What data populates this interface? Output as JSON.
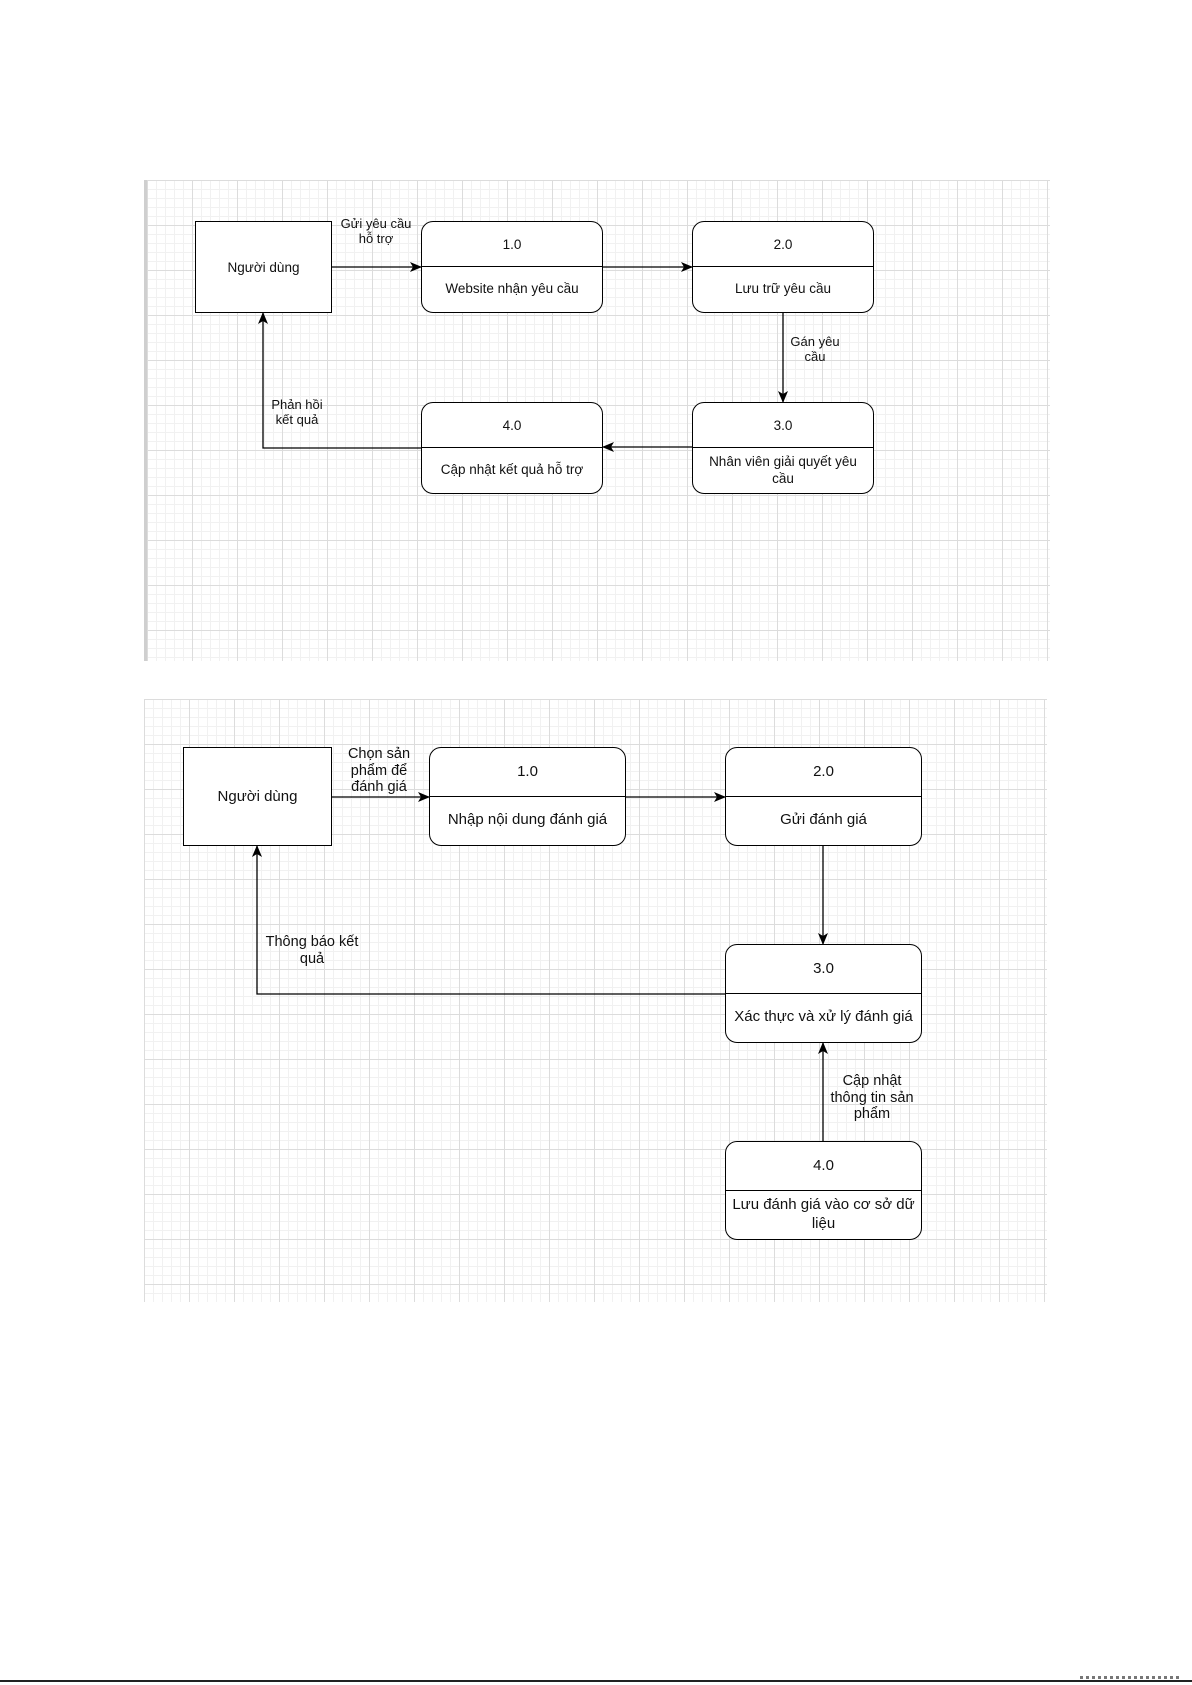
{
  "diagram1": {
    "entity": "Người dùng",
    "processes": [
      {
        "num": "1.0",
        "name": "Website nhận yêu cầu"
      },
      {
        "num": "2.0",
        "name": "Lưu trữ yêu cầu"
      },
      {
        "num": "3.0",
        "name": "Nhân viên giải quyết yêu cầu"
      },
      {
        "num": "4.0",
        "name": "Cập nhật kết quả hỗ trợ"
      }
    ],
    "flows": {
      "send_request": "Gửi yêu cầu hỗ trợ",
      "assign_request": "Gán yêu cầu",
      "reply_result": "Phản hồi kết quả"
    }
  },
  "diagram2": {
    "entity": "Người dùng",
    "processes": [
      {
        "num": "1.0",
        "name": "Nhập nội dung đánh giá"
      },
      {
        "num": "2.0",
        "name": "Gửi đánh giá"
      },
      {
        "num": "3.0",
        "name": "Xác thực và xử lý đánh giá"
      },
      {
        "num": "4.0",
        "name": "Lưu đánh giá vào cơ sở dữ liệu"
      }
    ],
    "flows": {
      "choose_product": "Chọn sản phẩm để đánh giá",
      "notify_result": "Thông báo kết quả",
      "update_product": "Cập nhật thông tin sản phẩm"
    }
  }
}
